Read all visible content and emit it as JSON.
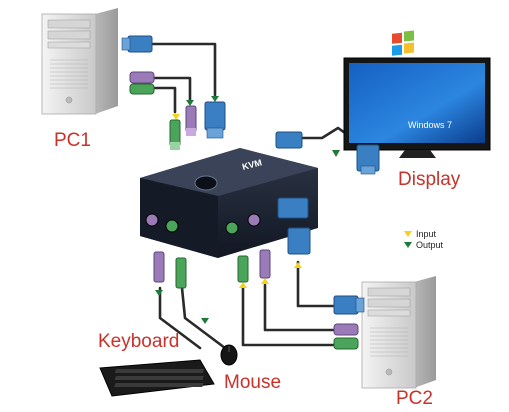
{
  "labels": {
    "pc1": "PC1",
    "pc2": "PC2",
    "display": "Display",
    "keyboard": "Keyboard",
    "mouse": "Mouse",
    "kvm_brand": "KVM",
    "windows_text": "Windows 7"
  },
  "legend": {
    "input": "Input",
    "output": "Output",
    "input_color": "#f2d21b",
    "output_color": "#1f7a3a"
  },
  "colors": {
    "label_red": "#c8322a",
    "vga_blue": "#3a7fc2",
    "ps2_purple": "#9b7ab8",
    "ps2_green": "#4aa55a",
    "kvm_body": "#1c2230",
    "tower": "#e8e8e8",
    "cable": "#2a2a2a"
  }
}
